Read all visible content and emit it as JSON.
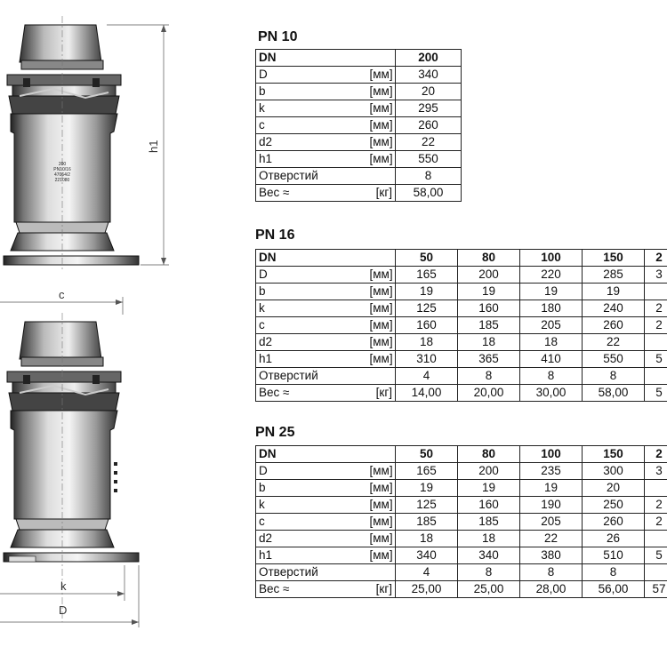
{
  "drawing": {
    "labels": {
      "h1": "h1",
      "c": "c",
      "k": "k",
      "D": "D"
    },
    "engraving": {
      "lines": [
        "200",
        "PN10/16",
        "47064/2",
        "221080"
      ]
    }
  },
  "tables": [
    {
      "title": "PN 10",
      "headers": [
        "DN",
        "",
        "200"
      ],
      "rows": [
        {
          "param": "D",
          "unit": "[мм]",
          "values": [
            "340"
          ]
        },
        {
          "param": "b",
          "unit": "[мм]",
          "values": [
            "20"
          ]
        },
        {
          "param": "k",
          "unit": "[мм]",
          "values": [
            "295"
          ]
        },
        {
          "param": "c",
          "unit": "[мм]",
          "values": [
            "260"
          ]
        },
        {
          "param": "d2",
          "unit": "[мм]",
          "values": [
            "22"
          ]
        },
        {
          "param": "h1",
          "unit": "[мм]",
          "values": [
            "550"
          ]
        },
        {
          "param": "Отверстий",
          "unit": "",
          "values": [
            "8"
          ]
        },
        {
          "param": "Вес ≈",
          "unit": "[кг]",
          "values": [
            "58,00"
          ]
        }
      ]
    },
    {
      "title": "PN 16",
      "headers": [
        "DN",
        "",
        "50",
        "80",
        "100",
        "150",
        "2"
      ],
      "rows": [
        {
          "param": "D",
          "unit": "[мм]",
          "values": [
            "165",
            "200",
            "220",
            "285",
            "3"
          ]
        },
        {
          "param": "b",
          "unit": "[мм]",
          "values": [
            "19",
            "19",
            "19",
            "19",
            ""
          ]
        },
        {
          "param": "k",
          "unit": "[мм]",
          "values": [
            "125",
            "160",
            "180",
            "240",
            "2"
          ]
        },
        {
          "param": "c",
          "unit": "[мм]",
          "values": [
            "160",
            "185",
            "205",
            "260",
            "2"
          ]
        },
        {
          "param": "d2",
          "unit": "[мм]",
          "values": [
            "18",
            "18",
            "18",
            "22",
            ""
          ]
        },
        {
          "param": "h1",
          "unit": "[мм]",
          "values": [
            "310",
            "365",
            "410",
            "550",
            "5"
          ]
        },
        {
          "param": "Отверстий",
          "unit": "",
          "values": [
            "4",
            "8",
            "8",
            "8",
            ""
          ]
        },
        {
          "param": "Вес ≈",
          "unit": "[кг]",
          "values": [
            "14,00",
            "20,00",
            "30,00",
            "58,00",
            "5"
          ]
        }
      ]
    },
    {
      "title": "PN 25",
      "headers": [
        "DN",
        "",
        "50",
        "80",
        "100",
        "150",
        "2"
      ],
      "rows": [
        {
          "param": "D",
          "unit": "[мм]",
          "values": [
            "165",
            "200",
            "235",
            "300",
            "3"
          ]
        },
        {
          "param": "b",
          "unit": "[мм]",
          "values": [
            "19",
            "19",
            "19",
            "20",
            ""
          ]
        },
        {
          "param": "k",
          "unit": "[мм]",
          "values": [
            "125",
            "160",
            "190",
            "250",
            "2"
          ]
        },
        {
          "param": "c",
          "unit": "[мм]",
          "values": [
            "185",
            "185",
            "205",
            "260",
            "2"
          ]
        },
        {
          "param": "d2",
          "unit": "[мм]",
          "values": [
            "18",
            "18",
            "22",
            "26",
            ""
          ]
        },
        {
          "param": "h1",
          "unit": "[мм]",
          "values": [
            "340",
            "340",
            "380",
            "510",
            "5"
          ]
        },
        {
          "param": "Отверстий",
          "unit": "",
          "values": [
            "4",
            "8",
            "8",
            "8",
            ""
          ]
        },
        {
          "param": "Вес ≈",
          "unit": "[кг]",
          "values": [
            "25,00",
            "25,00",
            "28,00",
            "56,00",
            "57"
          ]
        }
      ]
    }
  ]
}
